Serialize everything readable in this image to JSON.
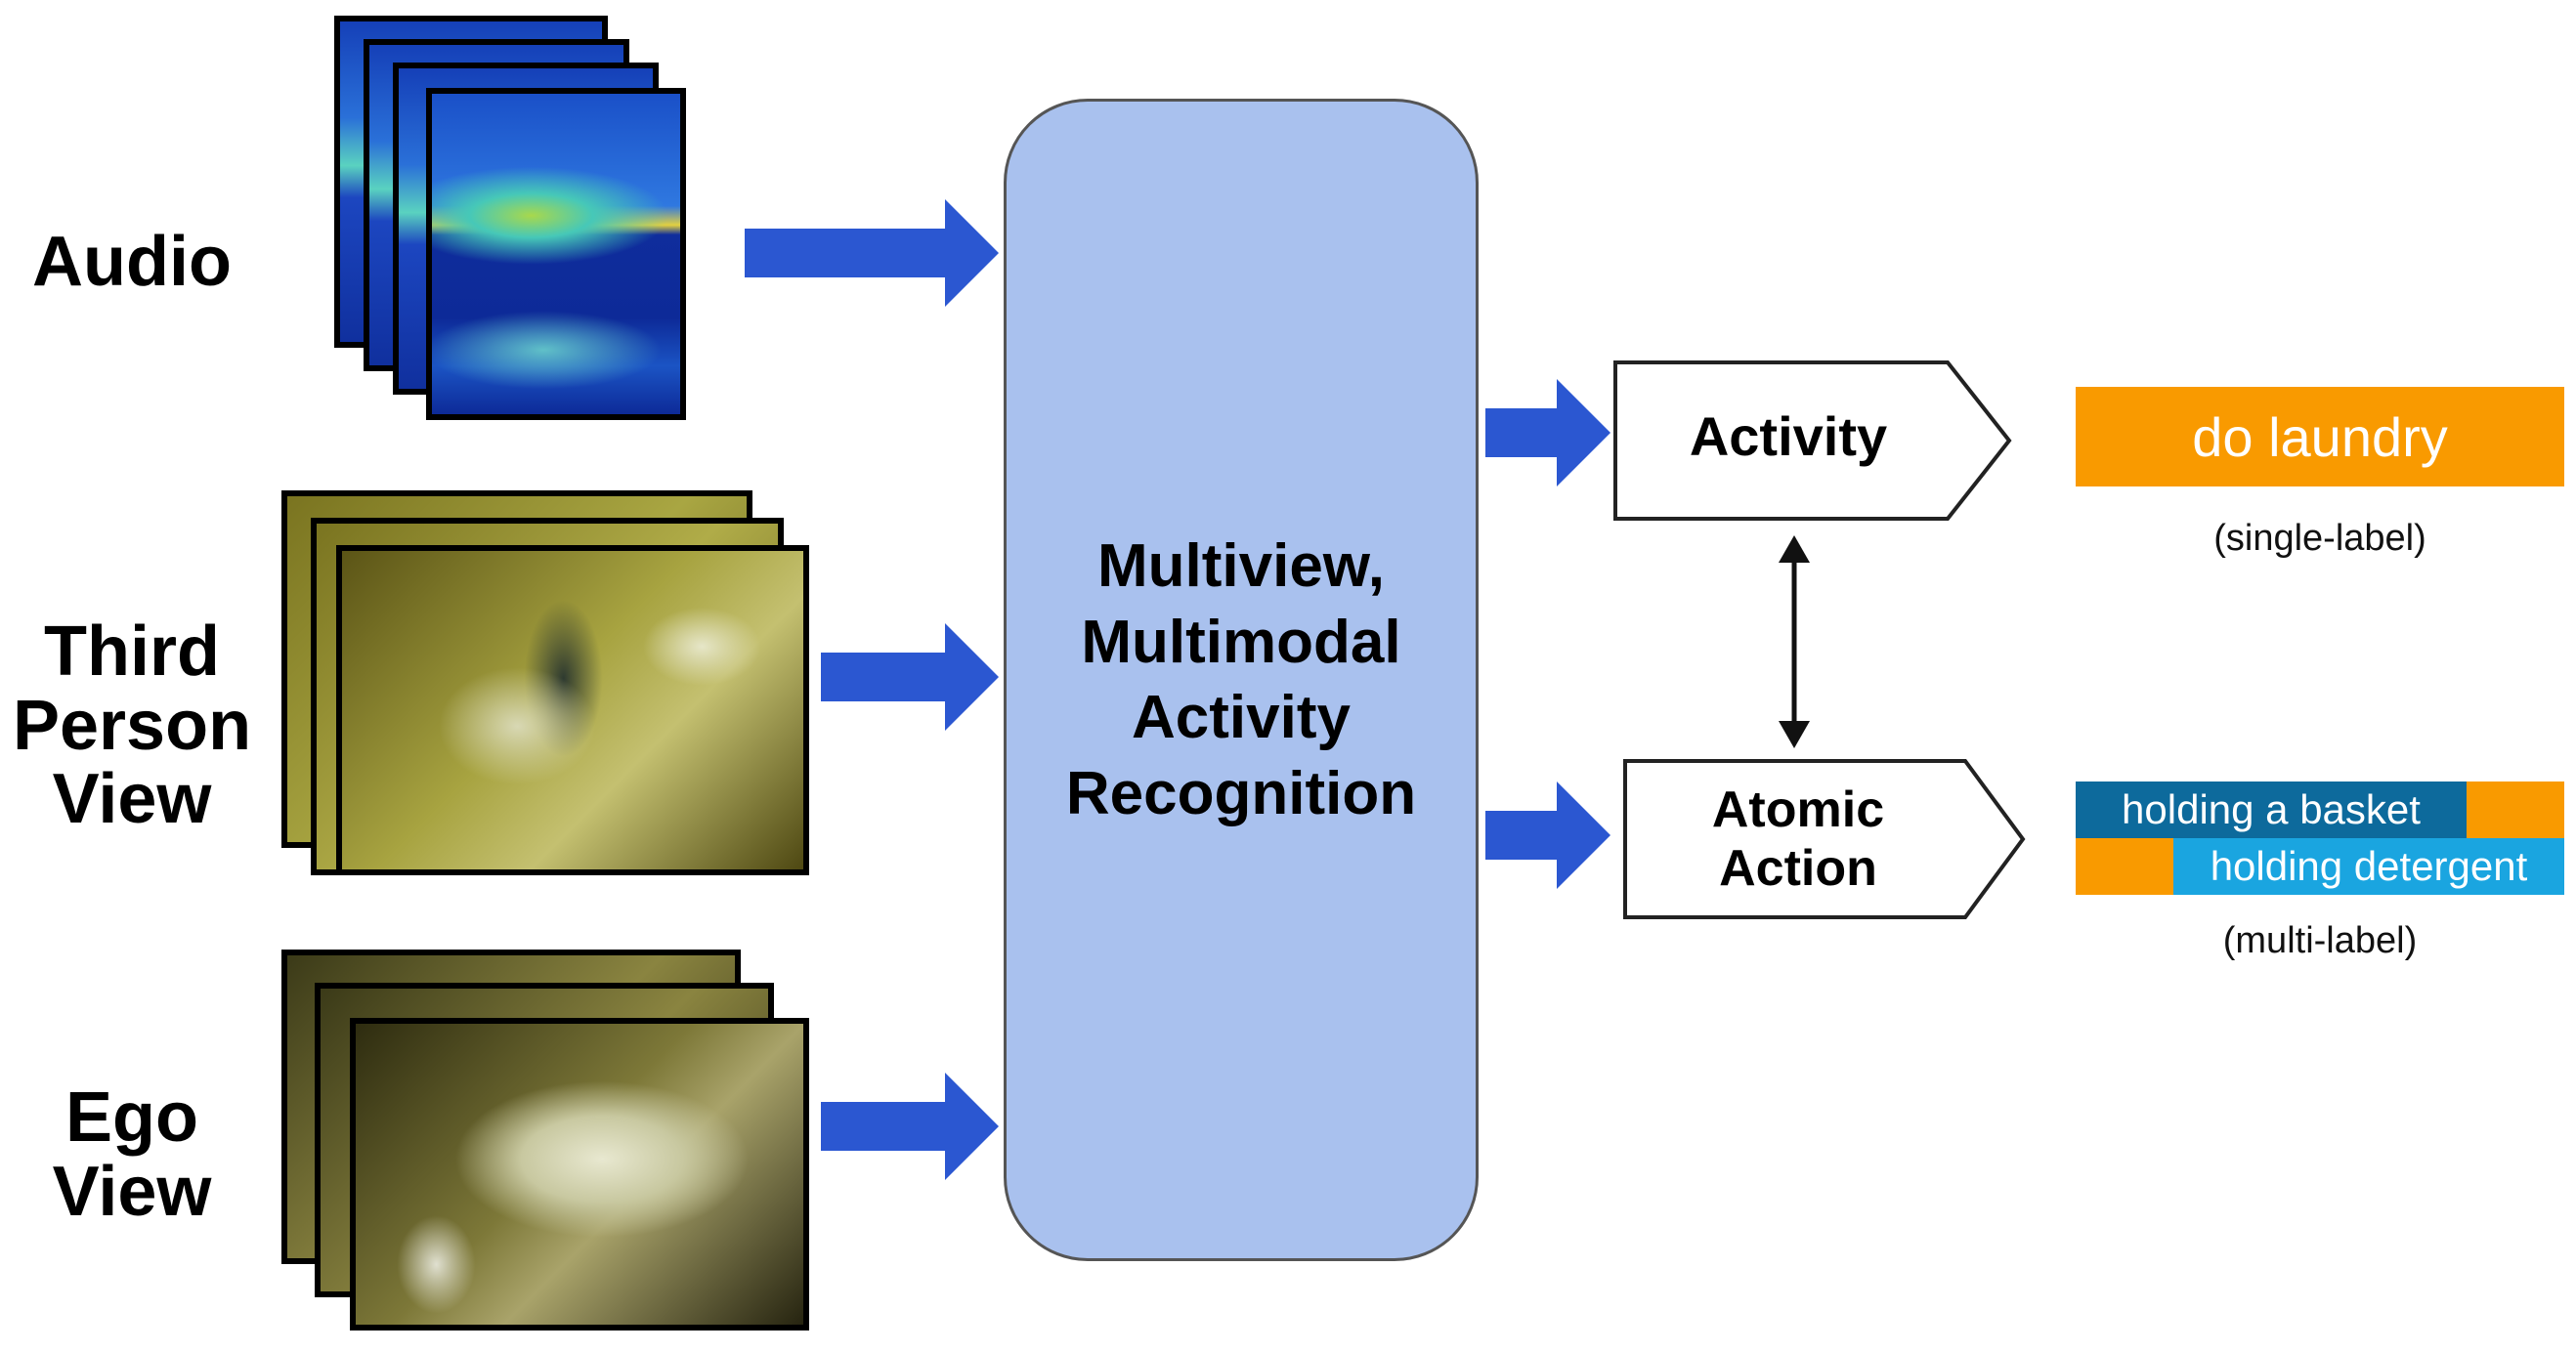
{
  "inputs": {
    "audio": "Audio",
    "third_person": "Third\nPerson\nView",
    "ego": "Ego\nView"
  },
  "center": "Multiview,\nMultimodal\nActivity\nRecognition",
  "outputs": {
    "activity": "Activity",
    "atomic": "Atomic\nAction"
  },
  "results": {
    "activity_tag": "do laundry",
    "activity_note": "(single-label)",
    "atomic_tags": [
      "holding a basket",
      "holding detergent"
    ],
    "atomic_note": "(multi-label)"
  },
  "colors": {
    "arrow": "#2b57d1",
    "center_box": "#a9c1ee",
    "orange": "#f99a00",
    "dark_blue": "#0d6a9c",
    "light_blue": "#1aa5e0"
  }
}
